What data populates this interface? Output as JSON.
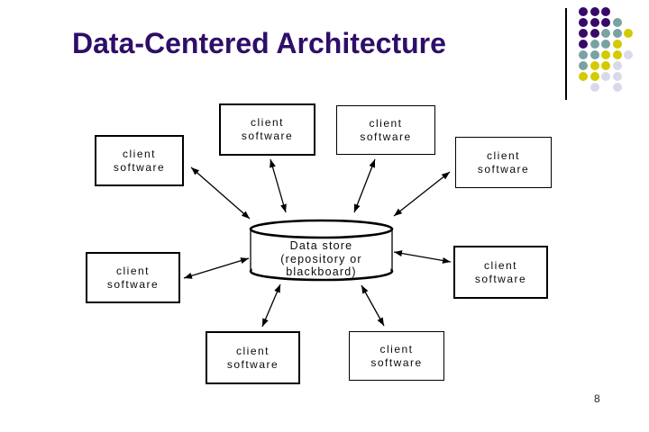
{
  "slide": {
    "title": "Data-Centered Architecture",
    "page_number": "8"
  },
  "diagram": {
    "client_box": {
      "line1": "client",
      "line2": "software"
    },
    "data_store": {
      "line1": "Data store",
      "line2": "(repository or",
      "line3": "blackboard)"
    }
  },
  "decor": {
    "palette": {
      "purple": "#38096b",
      "teal": "#7aa2a3",
      "yellow": "#d3cb00",
      "lavender": "#d9d9ec"
    },
    "dot_rows": [
      [
        "purple",
        "purple",
        "purple",
        null,
        null
      ],
      [
        "purple",
        "purple",
        "purple",
        "teal",
        null
      ],
      [
        "purple",
        "purple",
        "teal",
        "teal",
        "yellow"
      ],
      [
        "purple",
        "teal",
        "teal",
        "yellow",
        null
      ],
      [
        "teal",
        "teal",
        "yellow",
        "yellow",
        "lavender"
      ],
      [
        "teal",
        "yellow",
        "yellow",
        "lavender",
        null
      ],
      [
        "yellow",
        "yellow",
        "lavender",
        "lavender",
        null
      ],
      [
        null,
        "lavender",
        null,
        "lavender",
        null
      ]
    ]
  },
  "theme": {
    "title_color": "#2e0e69",
    "line_color": "#000000"
  }
}
